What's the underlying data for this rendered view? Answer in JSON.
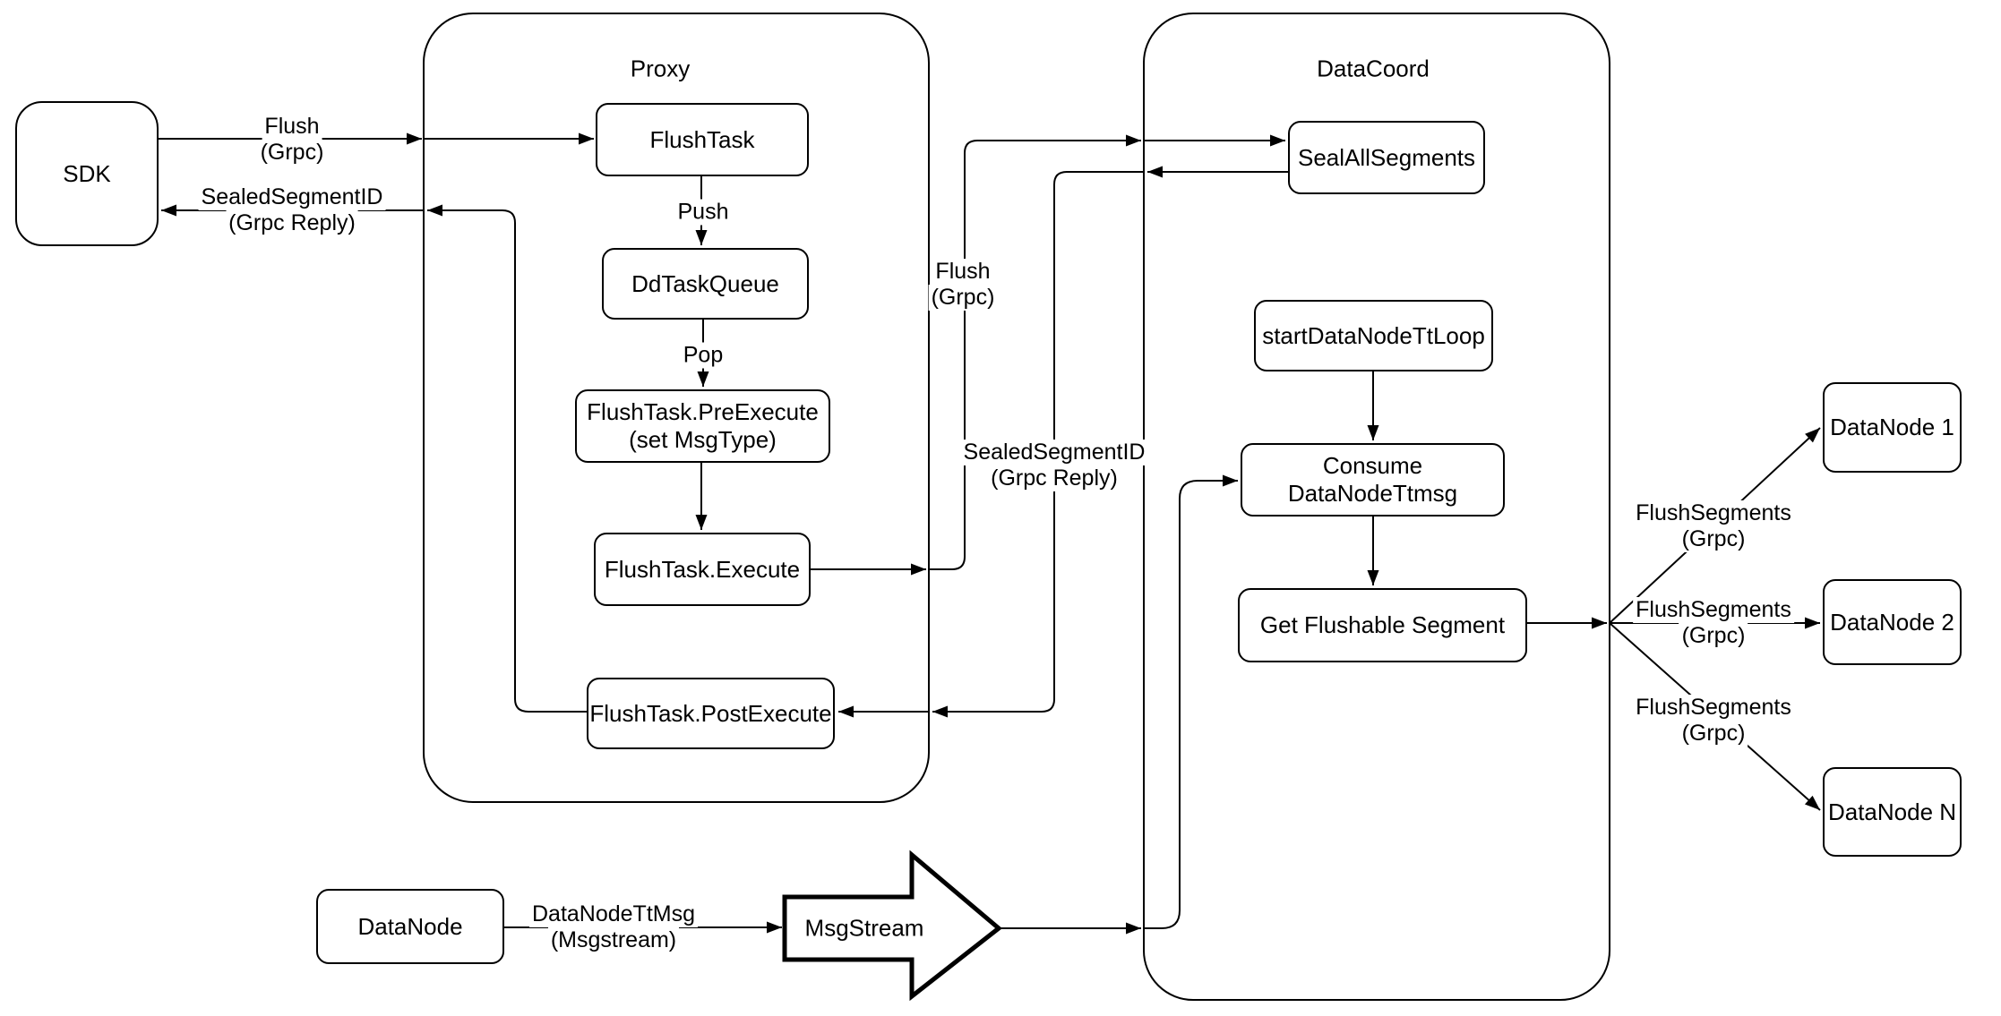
{
  "containers": {
    "proxy": "Proxy",
    "datacoord": "DataCoord"
  },
  "nodes": {
    "sdk": "SDK",
    "flush_task": "FlushTask",
    "dd_task_queue": "DdTaskQueue",
    "pre_execute_line1": "FlushTask.PreExecute",
    "pre_execute_line2": "(set MsgType)",
    "execute": "FlushTask.Execute",
    "post_execute": "FlushTask.PostExecute",
    "seal_all_segments": "SealAllSegments",
    "start_datanode_tt_loop": "startDataNodeTtLoop",
    "consume_datanode_ttmsg": "Consume DataNodeTtmsg",
    "get_flushable_segment": "Get Flushable Segment",
    "datanode": "DataNode",
    "msgstream": "MsgStream",
    "datanode_1": "DataNode 1",
    "datanode_2": "DataNode 2",
    "datanode_n": "DataNode N"
  },
  "edge_labels": {
    "sdk_flush": [
      "Flush",
      "(Grpc)"
    ],
    "sdk_reply": [
      "SealedSegmentID",
      "(Grpc Reply)"
    ],
    "push": [
      "Push"
    ],
    "pop": [
      "Pop"
    ],
    "proxy_flush": [
      "Flush",
      "(Grpc)"
    ],
    "proxy_reply": [
      "SealedSegmentID",
      "(Grpc Reply)"
    ],
    "datanode_ttmsg": [
      "DataNodeTtMsg",
      "(Msgstream)"
    ],
    "flush_segments_1": [
      "FlushSegments",
      "(Grpc)"
    ],
    "flush_segments_2": [
      "FlushSegments",
      "(Grpc)"
    ],
    "flush_segments_3": [
      "FlushSegments",
      "(Grpc)"
    ]
  },
  "colors": {
    "line": "#000000",
    "node_fill": "#ffffff",
    "background": "#ffffff"
  }
}
